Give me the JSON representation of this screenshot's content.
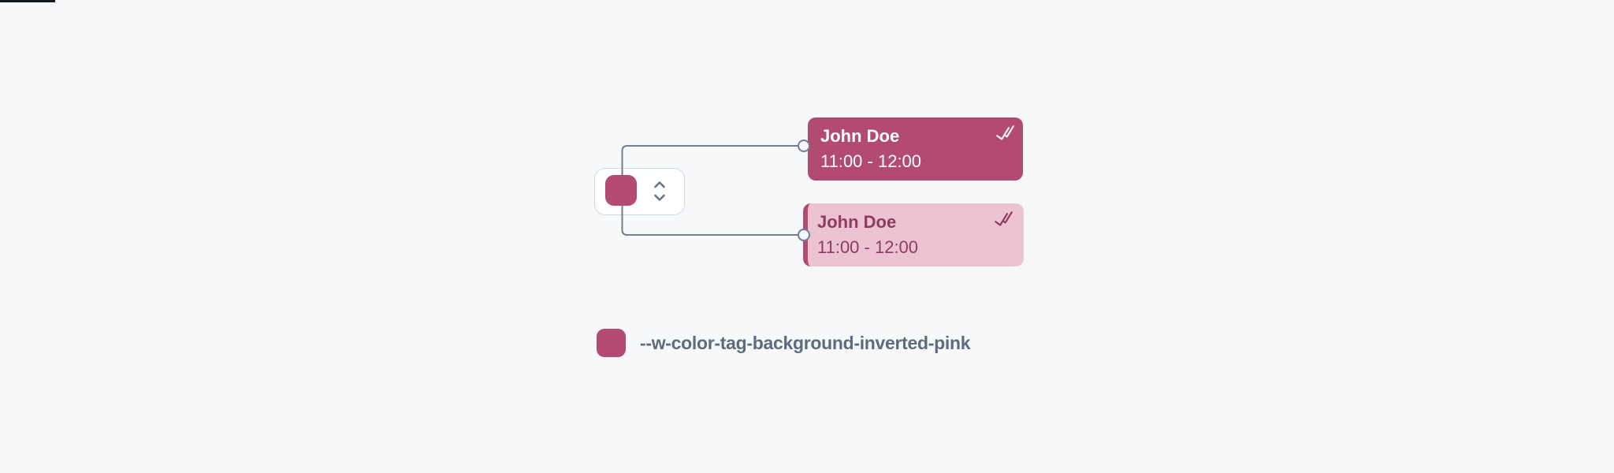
{
  "colors": {
    "page_background": "#f7f8fa",
    "tag_background_inverted_pink": "#b34a72",
    "tag_background_pink": "#ebc3d3",
    "tag_text_inverted": "#ffffff",
    "tag_text_pink": "#8f3a5e",
    "connector_line": "#6e7e93",
    "node_border": "#cfd8e3",
    "legend_text": "#5d6b7d"
  },
  "node": {
    "swatch_icon": "pink-color-swatch",
    "stepper_up_icon": "chevron-up",
    "stepper_down_icon": "chevron-down"
  },
  "cards": [
    {
      "variant": "inverted",
      "title": "John Doe",
      "time": "11:00 - 12:00",
      "status_icon": "double-check"
    },
    {
      "variant": "default",
      "title": "John Doe",
      "time": "11:00 - 12:00",
      "status_icon": "double-check"
    }
  ],
  "legend": {
    "swatch_icon": "pink-color-swatch",
    "token_name": "--w-color-tag-background-inverted-pink"
  }
}
